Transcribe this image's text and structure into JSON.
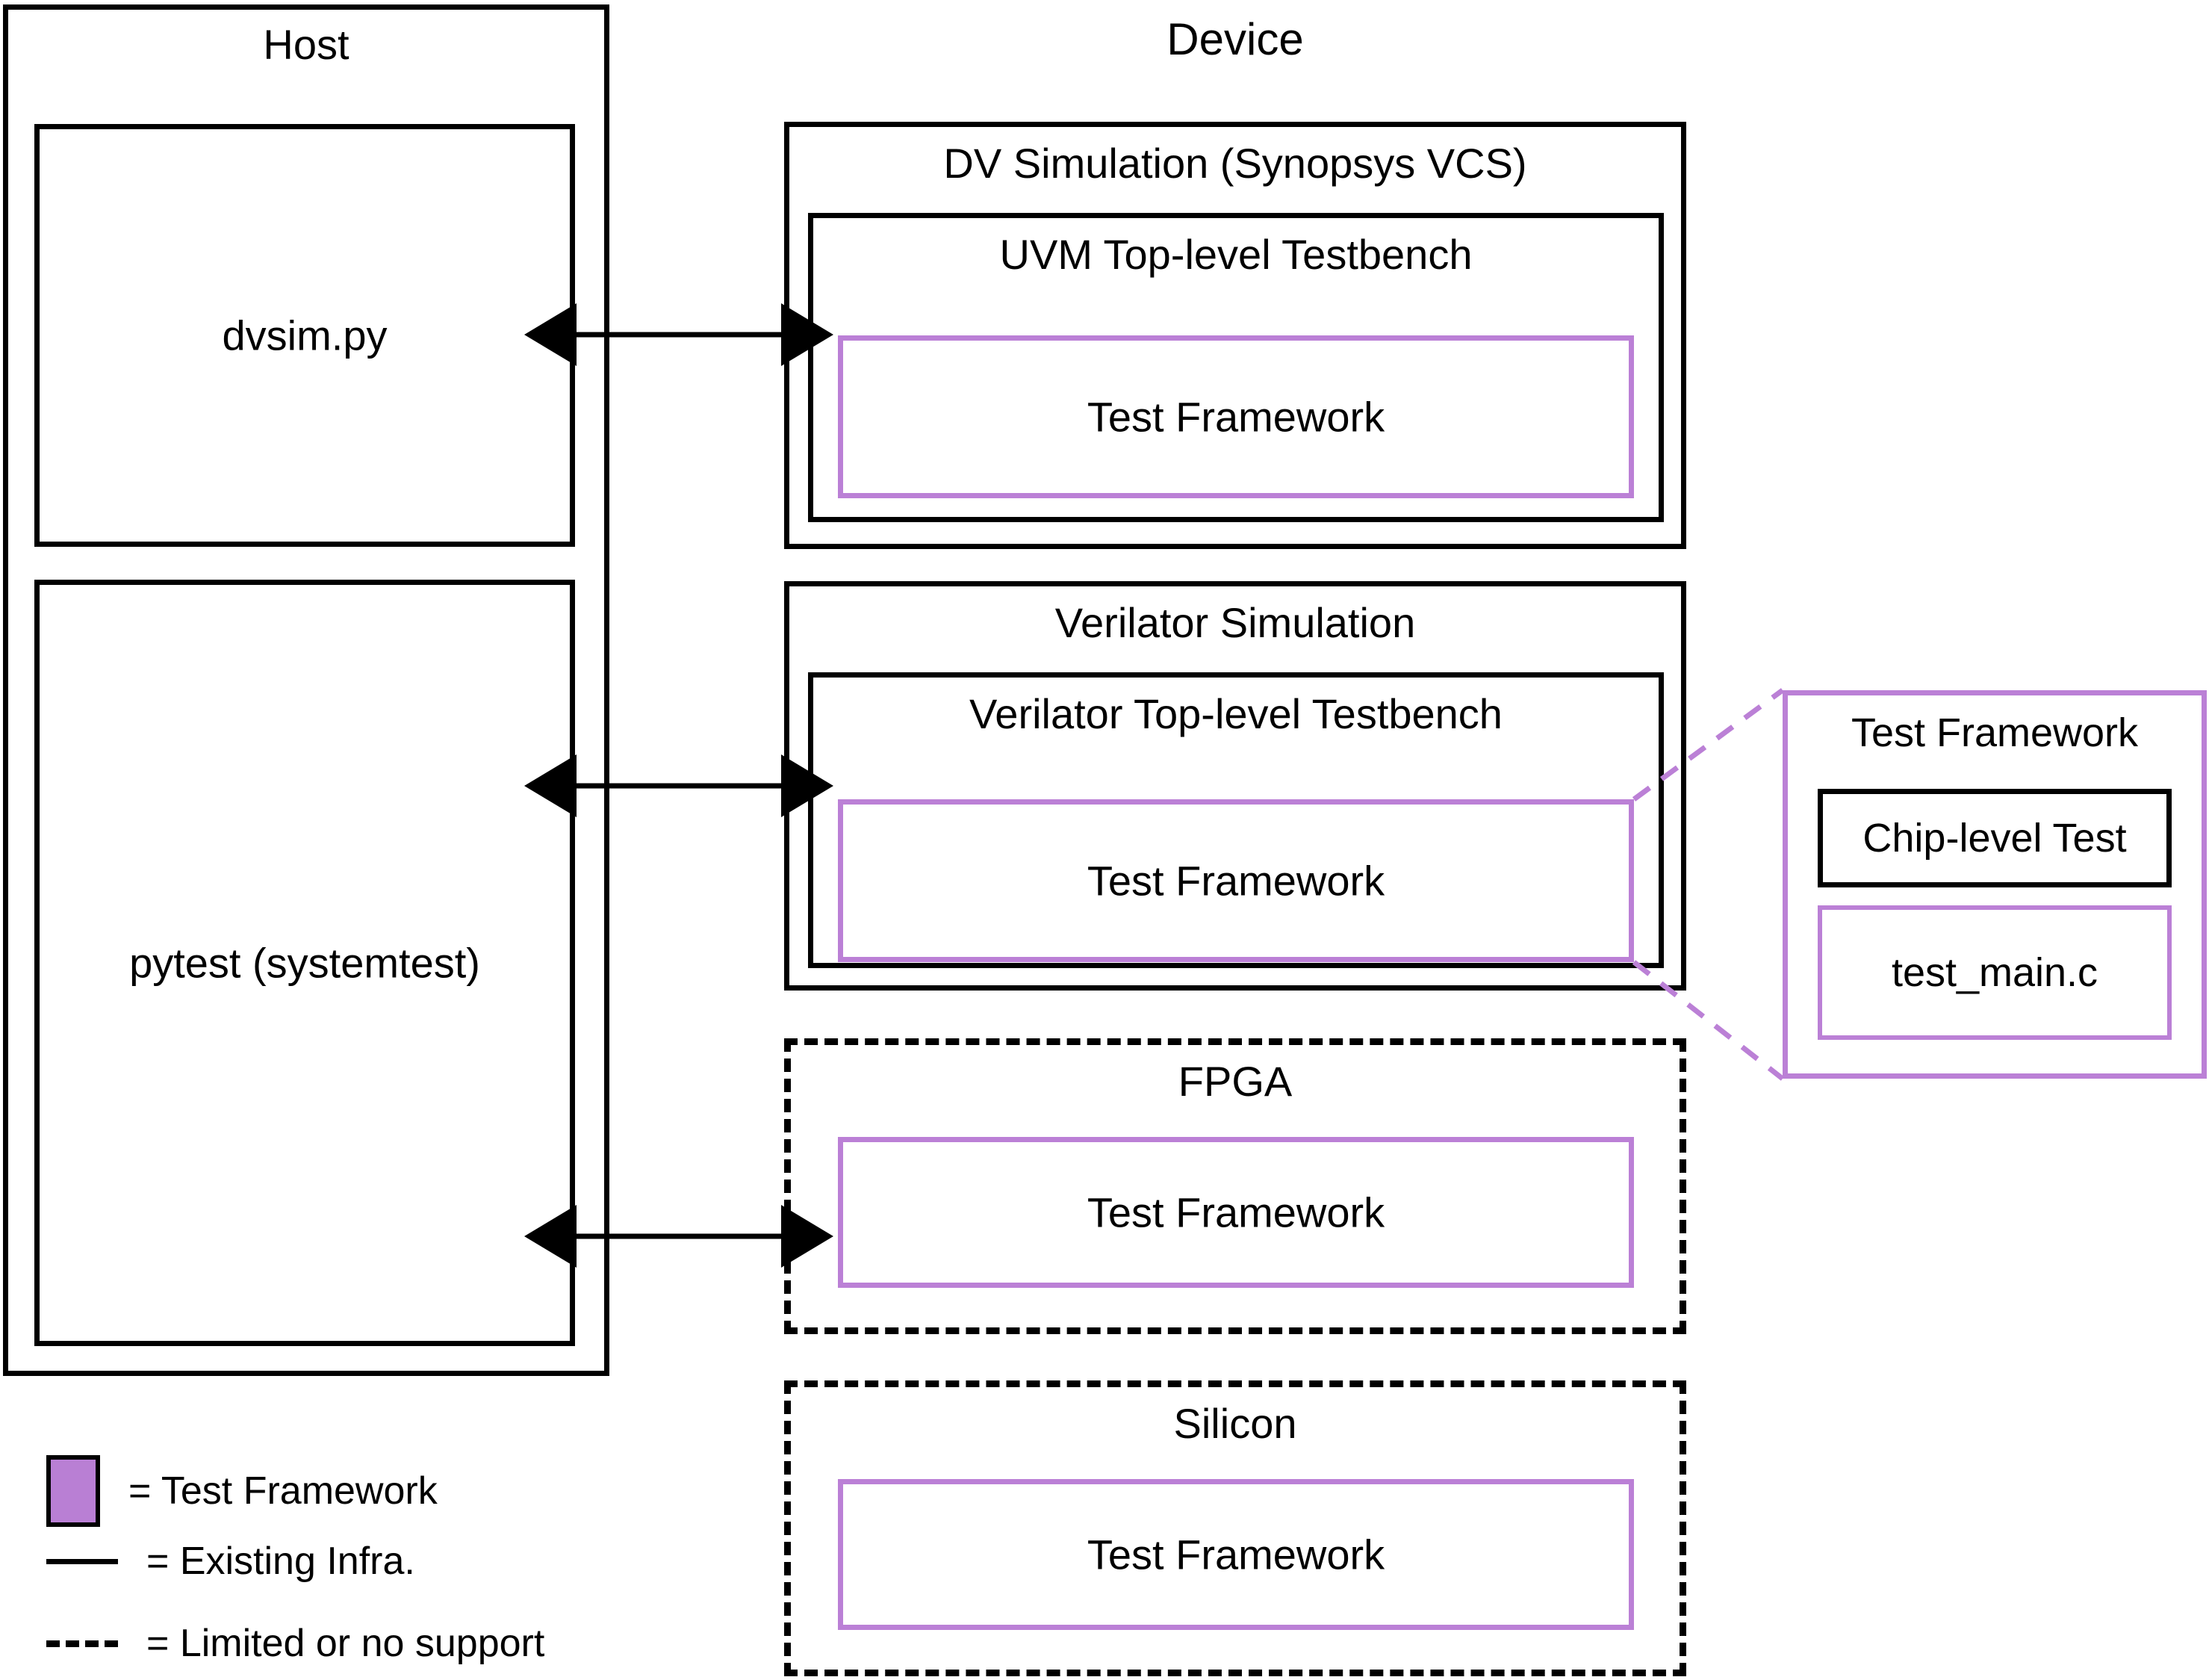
{
  "diagram": {
    "host": {
      "title": "Host",
      "blocks": [
        {
          "label": "dvsim.py"
        },
        {
          "label": "pytest (systemtest)"
        }
      ]
    },
    "device": {
      "title": "Device",
      "platforms": [
        {
          "title": "DV Simulation (Synopsys VCS)",
          "support": "existing",
          "inner": {
            "title": "UVM Top-level Testbench",
            "framework": "Test Framework"
          }
        },
        {
          "title": "Verilator Simulation",
          "support": "existing",
          "inner": {
            "title": "Verilator Top-level Testbench",
            "framework": "Test Framework"
          }
        },
        {
          "title": "FPGA",
          "support": "limited",
          "framework": "Test Framework"
        },
        {
          "title": "Silicon",
          "support": "limited",
          "framework": "Test Framework"
        }
      ]
    },
    "detail": {
      "title": "Test Framework",
      "items": [
        {
          "label": "Chip-level Test",
          "style": "black"
        },
        {
          "label": "test_main.c",
          "style": "purple"
        }
      ]
    },
    "legend": {
      "items": [
        {
          "marker": "purple-swatch",
          "text": "= Test Framework"
        },
        {
          "marker": "solid-line",
          "text": "= Existing Infra."
        },
        {
          "marker": "dashed-line",
          "text": "= Limited or no support"
        }
      ]
    },
    "colors": {
      "purple_fill": "#b97fd4",
      "purple_stroke": "#bb80d6",
      "black": "#000000",
      "background": "#ffffff"
    }
  }
}
